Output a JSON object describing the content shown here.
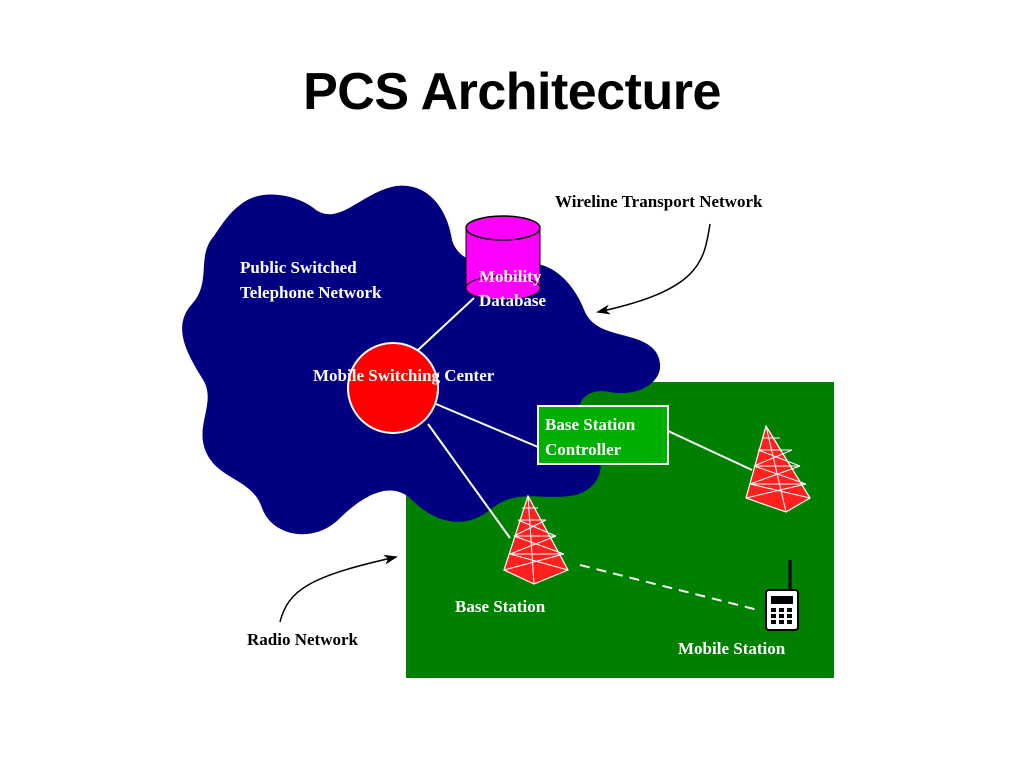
{
  "title": "PCS Architecture",
  "labels": {
    "wireline": "Wireline Transport Network",
    "pstn_line1": "Public Switched",
    "pstn_line2": "Telephone Network",
    "mobility_db_line1": "Mobility",
    "mobility_db_line2": "Database",
    "msc": "Mobile Switching Center",
    "bsc_line1": "Base Station",
    "bsc_line2": "Controller",
    "base_station": "Base Station",
    "radio_network": "Radio Network",
    "mobile_station": "Mobile Station"
  },
  "colors": {
    "pstn_cloud": "#000080",
    "radio_area": "#008000",
    "mobility_database": "#ff00ff",
    "msc": "#ff0000",
    "bsc_box": "#00b000",
    "tower": "#ff2020"
  }
}
